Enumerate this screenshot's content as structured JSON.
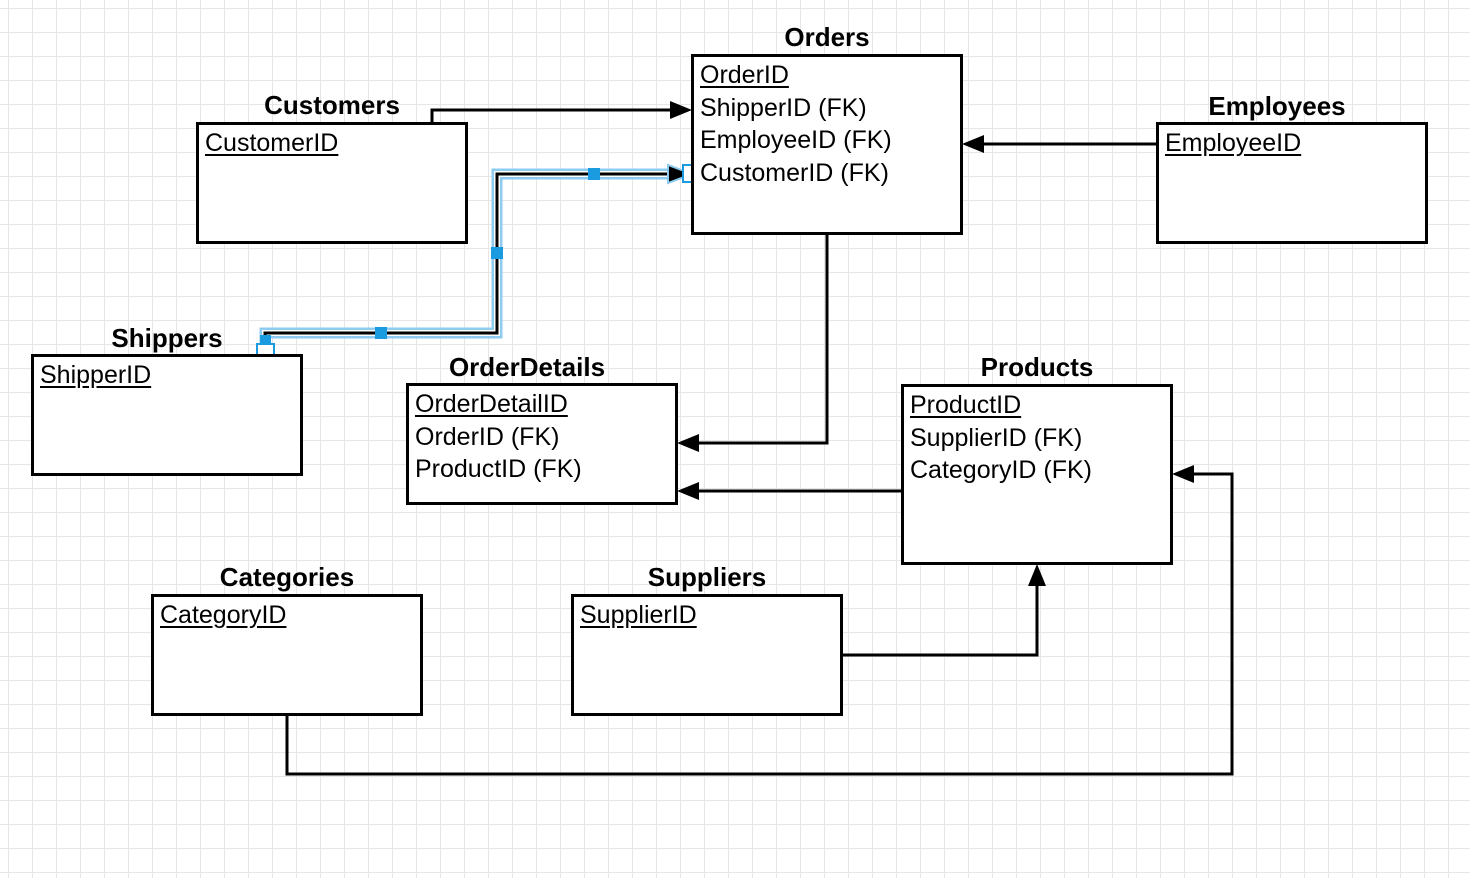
{
  "entities": {
    "orders": {
      "title": "Orders",
      "attributes": [
        "OrderID",
        "ShipperID (FK)",
        "EmployeeID (FK)",
        "CustomerID (FK)"
      ]
    },
    "customers": {
      "title": "Customers",
      "attributes": [
        "CustomerID"
      ]
    },
    "employees": {
      "title": "Employees",
      "attributes": [
        "EmployeeID"
      ]
    },
    "shippers": {
      "title": "Shippers",
      "attributes": [
        "ShipperID"
      ]
    },
    "orderdetails": {
      "title": "OrderDetails",
      "attributes": [
        "OrderDetailID",
        "OrderID (FK)",
        "ProductID (FK)"
      ]
    },
    "products": {
      "title": "Products",
      "attributes": [
        "ProductID",
        "SupplierID (FK)",
        "CategoryID (FK)"
      ]
    },
    "categories": {
      "title": "Categories",
      "attributes": [
        "CategoryID"
      ]
    },
    "suppliers": {
      "title": "Suppliers",
      "attributes": [
        "SupplierID"
      ]
    }
  },
  "relationships": [
    {
      "from": "Customers",
      "to": "Orders"
    },
    {
      "from": "Employees",
      "to": "Orders"
    },
    {
      "from": "Shippers",
      "to": "Orders",
      "selected": true
    },
    {
      "from": "Orders",
      "to": "OrderDetails"
    },
    {
      "from": "Products",
      "to": "OrderDetails"
    },
    {
      "from": "Suppliers",
      "to": "Products"
    },
    {
      "from": "Categories",
      "to": "Products"
    }
  ],
  "colors": {
    "line": "#000000",
    "selection": "#1a9be0",
    "selection_halo": "#8ecbf0",
    "grid": "#e6e6e6"
  }
}
